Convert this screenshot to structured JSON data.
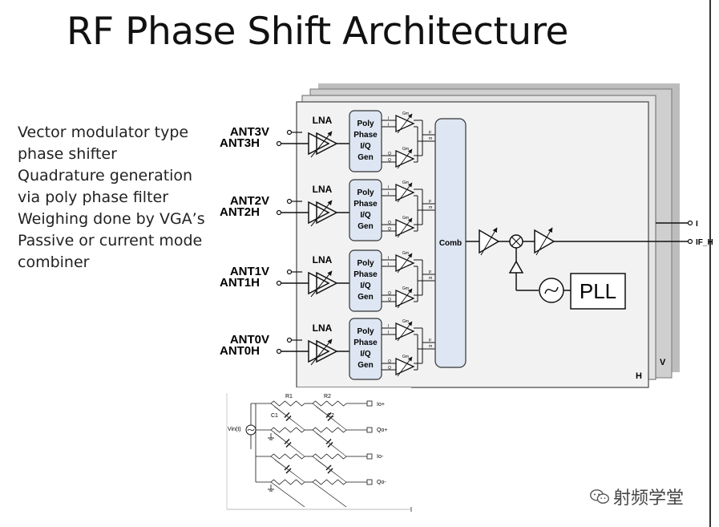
{
  "title": "RF Phase Shift Architecture",
  "bullets": [
    "Vector modulator type",
    "phase shifter",
    "Quadrature generation",
    "via poly phase filter",
    "Weighing done by VGA’s",
    "Passive or current mode",
    "combiner"
  ],
  "block": {
    "channels": [
      {
        "v": "ANT3V",
        "h": "ANT3H"
      },
      {
        "v": "ANT2V",
        "h": "ANT2H"
      },
      {
        "v": "ANT1V",
        "h": "ANT1H"
      },
      {
        "v": "ANT0V",
        "h": "ANT0H"
      }
    ],
    "lna": "LNA",
    "poly": [
      "Poly",
      "Phase",
      "I/Q",
      "Gen"
    ],
    "gm": "Gm",
    "i": "I",
    "q": "Q",
    "p": "p",
    "m": "m",
    "comb": "Comb",
    "pll": "PLL",
    "h": "H",
    "v": "V",
    "out_i": "I",
    "out_if": "IF_H"
  },
  "schematic": {
    "r1": "R1",
    "r2": "R2",
    "c1": "C1",
    "c2": "C2",
    "vin": "Vin(t)",
    "outputs": [
      "Io+",
      "Qo+",
      "Io-",
      "Qo-"
    ]
  },
  "watermark": "射频学堂"
}
